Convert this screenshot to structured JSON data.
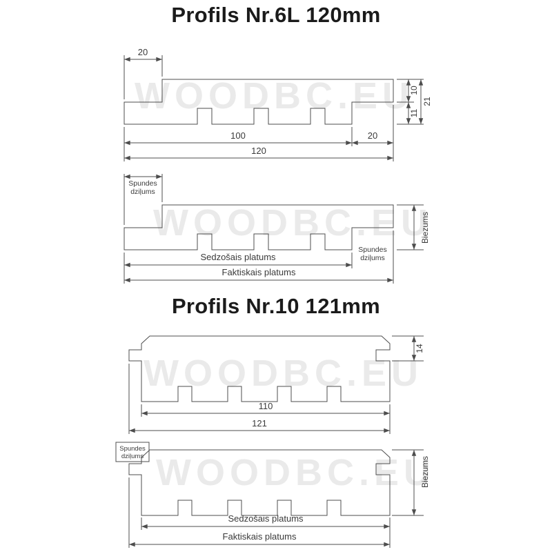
{
  "watermark": "WOODBC.EU",
  "profile1": {
    "title": "Profils Nr.6L 120mm",
    "dims": {
      "tongue_top": "20",
      "cover_width": "100",
      "lap_right": "20",
      "total_width": "120",
      "right_upper": "10",
      "right_lower": "11",
      "thickness_total": "21"
    },
    "labels": {
      "spundes_line1": "Spundes",
      "spundes_line2": "dziļums",
      "biezums": "Biezums",
      "sedzosais": "Sedzošais platums",
      "faktiskais": "Faktiskais platums"
    }
  },
  "profile2": {
    "title": "Profils Nr.10 121mm",
    "dims": {
      "cover_width": "110",
      "total_width": "121",
      "edge_depth": "14"
    },
    "labels": {
      "spundes_line1": "Spundes",
      "spundes_line2": "dziļums",
      "biezums": "Biezums",
      "sedzosais": "Sedzošais platums",
      "faktiskais": "Faktiskais platums"
    }
  }
}
